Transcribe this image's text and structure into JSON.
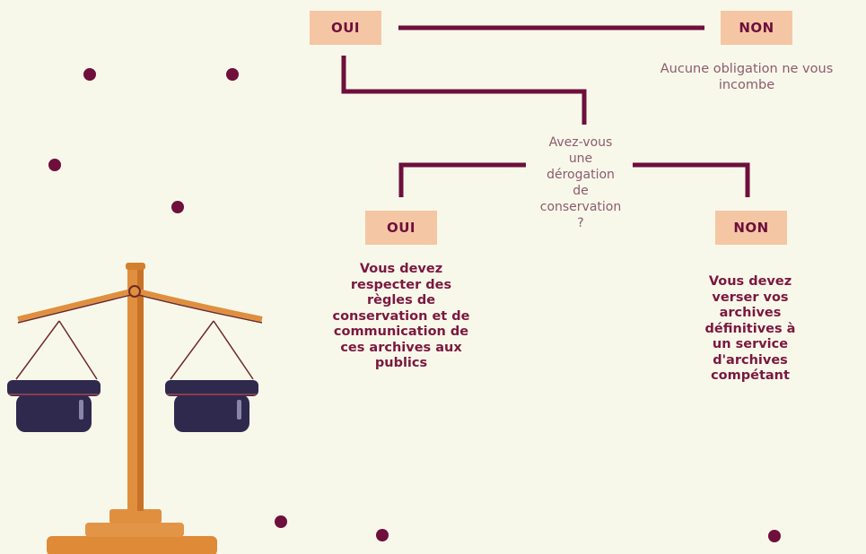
{
  "top": {
    "yes_label": "OUI",
    "no_label": "NON",
    "no_result": "Aucune obligation ne vous\nincombe"
  },
  "question": {
    "text": "Avez-vous\nune\ndérogation\nde\nconservation\n?"
  },
  "branch_left": {
    "label": "OUI",
    "result": "Vous devez\nrespecter des\nrègles de\nconservation et de\ncommunication de\nces archives aux\npublics"
  },
  "branch_right": {
    "label": "NON",
    "result": "Vous devez\nverser vos\narchives\ndéfinitives à\nun service\nd'archives\ncompétant"
  },
  "colors": {
    "background": "#f8f8ea",
    "accent": "#6e0f3c",
    "box": "#f5c6a4",
    "scale_wood": "#e08f3f",
    "scale_pan": "#30294e"
  },
  "decoration": {
    "illustration": "balance-scale",
    "dots": "decorative-dots"
  }
}
